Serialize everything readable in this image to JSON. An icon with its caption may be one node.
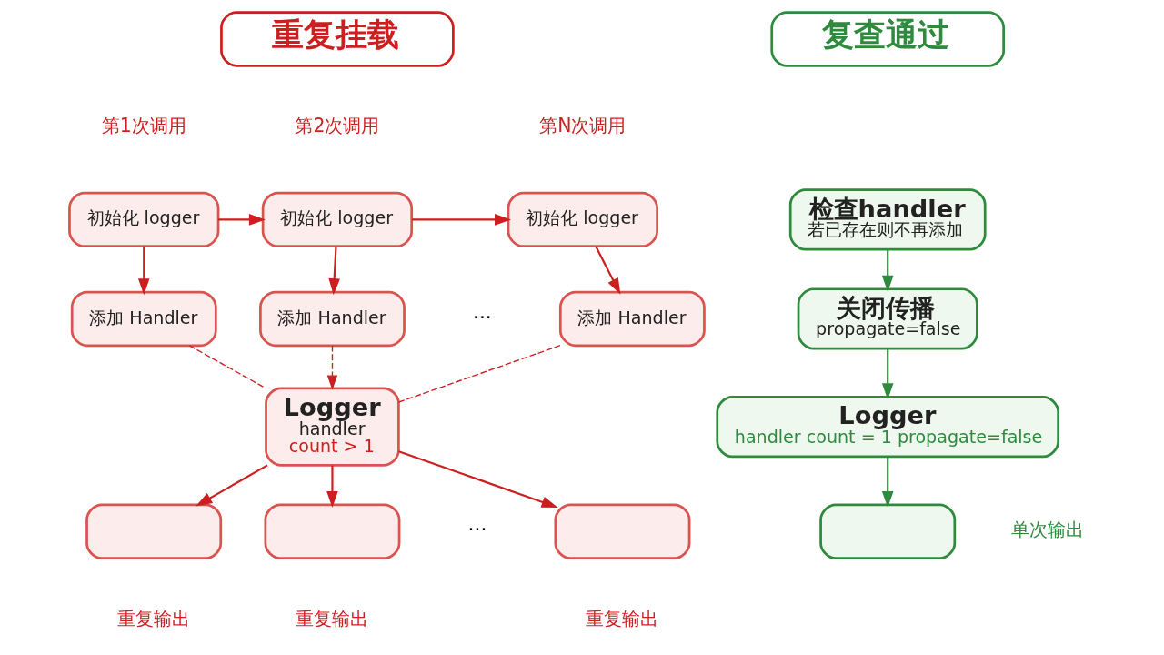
{
  "diagram": {
    "nodes": [
      {
        "text": [
          "重复挂载"
        ]
      },
      {
        "text": [
          "复查通过"
        ]
      },
      {
        "text": [
          "初始化 logger"
        ],
        "beside": [
          "第1次调用"
        ]
      },
      {
        "text": [
          "初始化 logger"
        ],
        "beside": [
          "第2次调用"
        ]
      },
      {
        "text": [
          "初始化 logger"
        ],
        "beside": [
          "第N次调用"
        ]
      },
      {
        "text": [
          "添加 Handler"
        ]
      },
      {
        "text": [
          "添加 Handler"
        ]
      },
      {
        "text": [
          "添加 Handler"
        ]
      },
      {
        "text": [
          "Logger",
          "handler",
          "count > 1"
        ]
      },
      {
        "text": [],
        "shape": "box",
        "beside": [
          "重复输出"
        ]
      },
      {
        "text": [],
        "shape": "box",
        "beside": [
          "重复输出"
        ]
      },
      {
        "text": [],
        "shape": "box",
        "beside": [
          "重复输出"
        ]
      },
      {
        "text": [
          "检查handler",
          "若已存在则不再添加"
        ]
      },
      {
        "text": [
          "关闭传播",
          "propagate=false"
        ]
      },
      {
        "text": [
          "Logger",
          "handler count = 1 propagate=false"
        ]
      },
      {
        "text": [],
        "shape": "box",
        "beside": [
          "单次输出"
        ]
      }
    ],
    "edges": [
      {
        "from": 2,
        "to": 3,
        "arrow": "to"
      },
      {
        "from": 3,
        "to": 4,
        "arrow": "to"
      },
      {
        "from": 2,
        "to": 5,
        "arrow": "to"
      },
      {
        "from": 3,
        "to": 6,
        "arrow": "to"
      },
      {
        "from": 4,
        "to": 7,
        "arrow": "to"
      },
      {
        "from": 5,
        "to": 8,
        "arrow": "none",
        "style": "dashed"
      },
      {
        "from": 6,
        "to": 8,
        "arrow": "to",
        "style": "dashed"
      },
      {
        "from": 7,
        "to": 8,
        "arrow": "none",
        "style": "dashed"
      },
      {
        "from": 8,
        "to": 9,
        "arrow": "to"
      },
      {
        "from": 8,
        "to": 10,
        "arrow": "to"
      },
      {
        "from": 8,
        "to": 11,
        "arrow": "to"
      },
      {
        "from": 12,
        "to": 13,
        "arrow": "to",
        "color": "#2e8b3e"
      },
      {
        "from": 13,
        "to": 14,
        "arrow": "to",
        "color": "#2e8b3e"
      },
      {
        "from": 14,
        "to": 15,
        "arrow": "to",
        "color": "#2e8b3e"
      }
    ],
    "labels": [
      "···",
      "···"
    ]
  }
}
